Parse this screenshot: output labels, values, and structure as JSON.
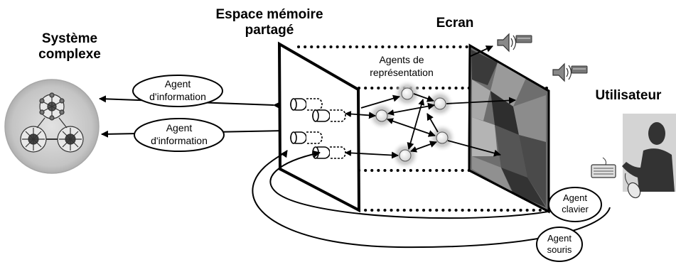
{
  "titles": {
    "system": [
      "Système",
      "complexe"
    ],
    "memory": [
      "Espace mémoire",
      "partagé"
    ],
    "screen": "Ecran",
    "user": "Utilisateur"
  },
  "agents": {
    "info_1": [
      "Agent",
      "d'information"
    ],
    "info_2": [
      "Agent",
      "d'information"
    ],
    "representation": [
      "Agents de",
      "représentation"
    ],
    "keyboard": [
      "Agent",
      "clavier"
    ],
    "mouse": [
      "Agent",
      "souris"
    ]
  },
  "colors": {
    "ink": "#000000",
    "system_disc": "#c8c8c8",
    "screen_dark": "#3a3a3a",
    "screen_mid": "#8a8a8a",
    "glow": "#b8b8b8"
  },
  "icons": [
    "speaker-icon",
    "keyboard-icon",
    "mouse-icon",
    "user-silhouette-icon",
    "network-icon"
  ]
}
